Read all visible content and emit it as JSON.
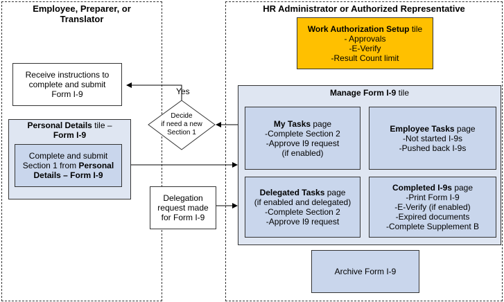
{
  "left_lane": {
    "title_line1": "Employee, Preparer, or",
    "title_line2": "Translator"
  },
  "right_lane": {
    "title": "HR Administrator or Authorized Representative"
  },
  "receive_box": {
    "line1": "Receive instructions to",
    "line2": "complete and submit",
    "line3": "Form I-9"
  },
  "personal_details_tile": {
    "title_bold": "Personal Details",
    "title_rest": " tile –",
    "title_line2": "Form I-9"
  },
  "complete_section1_box": {
    "line1": "Complete and submit",
    "line2_pre": "Section 1 from ",
    "line2_bold": "Personal",
    "line3_bold": "Details – Form I-9"
  },
  "decide_diamond": {
    "line1": "Decide",
    "line2": "if need a new",
    "line3": "Section 1"
  },
  "yes_label": "Yes",
  "delegation_box": {
    "line1": "Delegation",
    "line2": "request made",
    "line3": "for Form I-9"
  },
  "work_auth_tile": {
    "title_bold": "Work Authorization Setup",
    "title_rest": " tile",
    "items": [
      "- Approvals",
      "-E-Verify",
      "-Result Count limit"
    ]
  },
  "manage_panel": {
    "title_bold": "Manage Form I-9",
    "title_rest": " tile"
  },
  "my_tasks": {
    "title_bold": "My Tasks",
    "title_rest": " page",
    "items": [
      "-Complete Section 2",
      "-Approve I9 request",
      "(if enabled)"
    ]
  },
  "employee_tasks": {
    "title_bold": "Employee Tasks",
    "title_rest": " page",
    "items": [
      "-Not started I-9s",
      "-Pushed back I-9s"
    ]
  },
  "delegated_tasks": {
    "title_bold": "Delegated Tasks",
    "title_rest": " page",
    "items": [
      "(if enabled and delegated)",
      "-Complete Section 2",
      "-Approve I9 request"
    ]
  },
  "completed_i9s": {
    "title_bold": "Completed I-9s",
    "title_rest": " page",
    "items": [
      "-Print Form I-9",
      "-E-Verify (if enabled)",
      "-Expired documents",
      "-Complete Supplement B"
    ]
  },
  "archive_box": {
    "label": "Archive Form I-9"
  },
  "colors": {
    "orange": "#ffc000",
    "task_blue": "#c9d6ec",
    "panel_blue": "#dfe6f2"
  }
}
